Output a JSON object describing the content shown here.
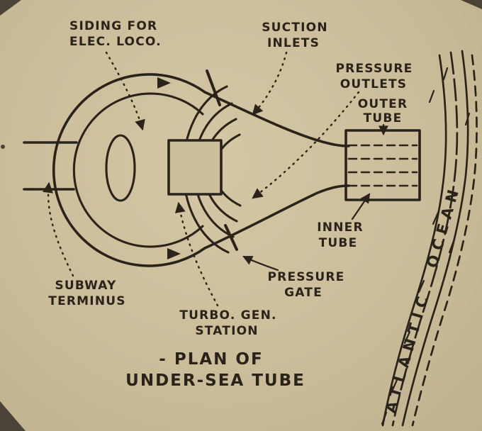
{
  "diagram": {
    "colors": {
      "paper": "#cbbd9a",
      "ink": "#29231a"
    },
    "title": {
      "line1": "- PLAN OF",
      "line2": "UNDER-SEA TUBE"
    },
    "labels": {
      "siding": {
        "line1": "SIDING FOR",
        "line2": "ELEC. LOCO."
      },
      "suction": {
        "line1": "SUCTION",
        "line2": "INLETS"
      },
      "pressure_outlets": {
        "line1": "PRESSURE",
        "line2": "OUTLETS"
      },
      "outer_tube": {
        "line1": "OUTER",
        "line2": "TUBE"
      },
      "inner_tube": {
        "line1": "INNER",
        "line2": "TUBE"
      },
      "pressure_gate": {
        "line1": "PRESSURE",
        "line2": "GATE"
      },
      "subway_terminus": {
        "line1": "SUBWAY",
        "line2": "TERMINUS"
      },
      "turbo_gen_station": {
        "line1": "TURBO. GEN.",
        "line2": "STATION"
      },
      "ocean": "ATLANTIC OCEAN"
    }
  }
}
